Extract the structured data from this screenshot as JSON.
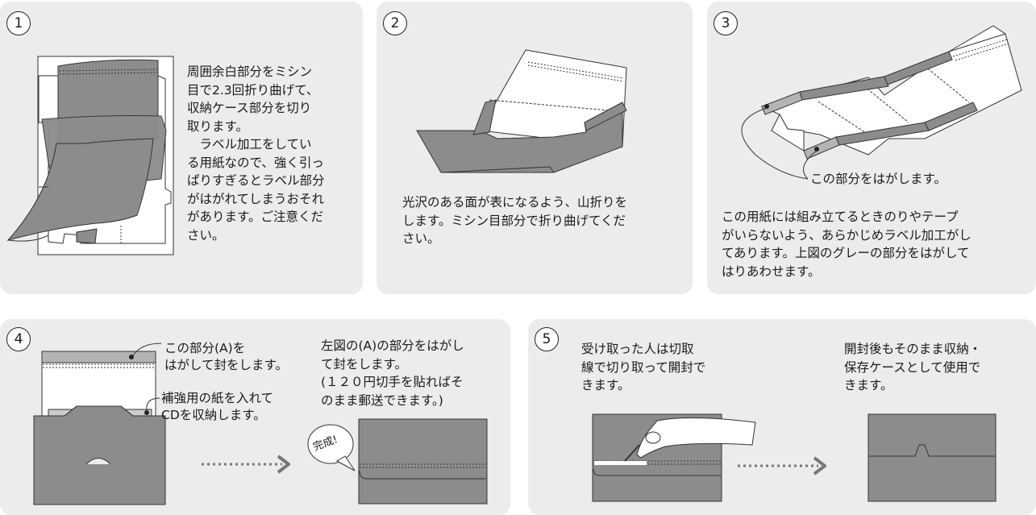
{
  "step1": {
    "number": "1",
    "text": "周囲余白部分をミシン\n目で2.3回折り曲げて、\n収納ケース部分を切り\n取ります。\n　ラベル加工をしてい\nる用紙なので、強く引っ\nぱりすぎるとラベル部分\nがはがれてしまうおそれ\nがあります。ご注意くだ\nさい。"
  },
  "step2": {
    "number": "2",
    "text": "光沢のある面が表になるよう、山折りを\nします。ミシン目部分で折り曲げてくだ\nさい。"
  },
  "step3": {
    "number": "3",
    "callout": "この部分をはがします。",
    "text": "この用紙には組み立てるときのりやテープ\nがいらないよう、あらかじめラベル加工がし\nてあります。上図のグレーの部分をはがして\nはりあわせます。"
  },
  "step4": {
    "number": "4",
    "callout_a": "この部分(A)を\nはがして封をします。",
    "callout_b": "補強用の紙を入れて\nCDを収納します。",
    "text": "左図の(A)の部分をはがし\nて封をします。\n(１２０円切手を貼ればそ\nのまま郵送できます。)",
    "bubble": "完成!"
  },
  "step5": {
    "number": "5",
    "text_left": "受け取った人は切取\n線で切り取って開封で\nきます。",
    "text_right": "開封後もそのまま収納・\n保存ケースとして使用で\nきます。"
  },
  "colors": {
    "panel": "#ececec",
    "paper_gray": "#8c8c8c",
    "label_gray": "#b4b4b4",
    "arrow": "#777777"
  }
}
